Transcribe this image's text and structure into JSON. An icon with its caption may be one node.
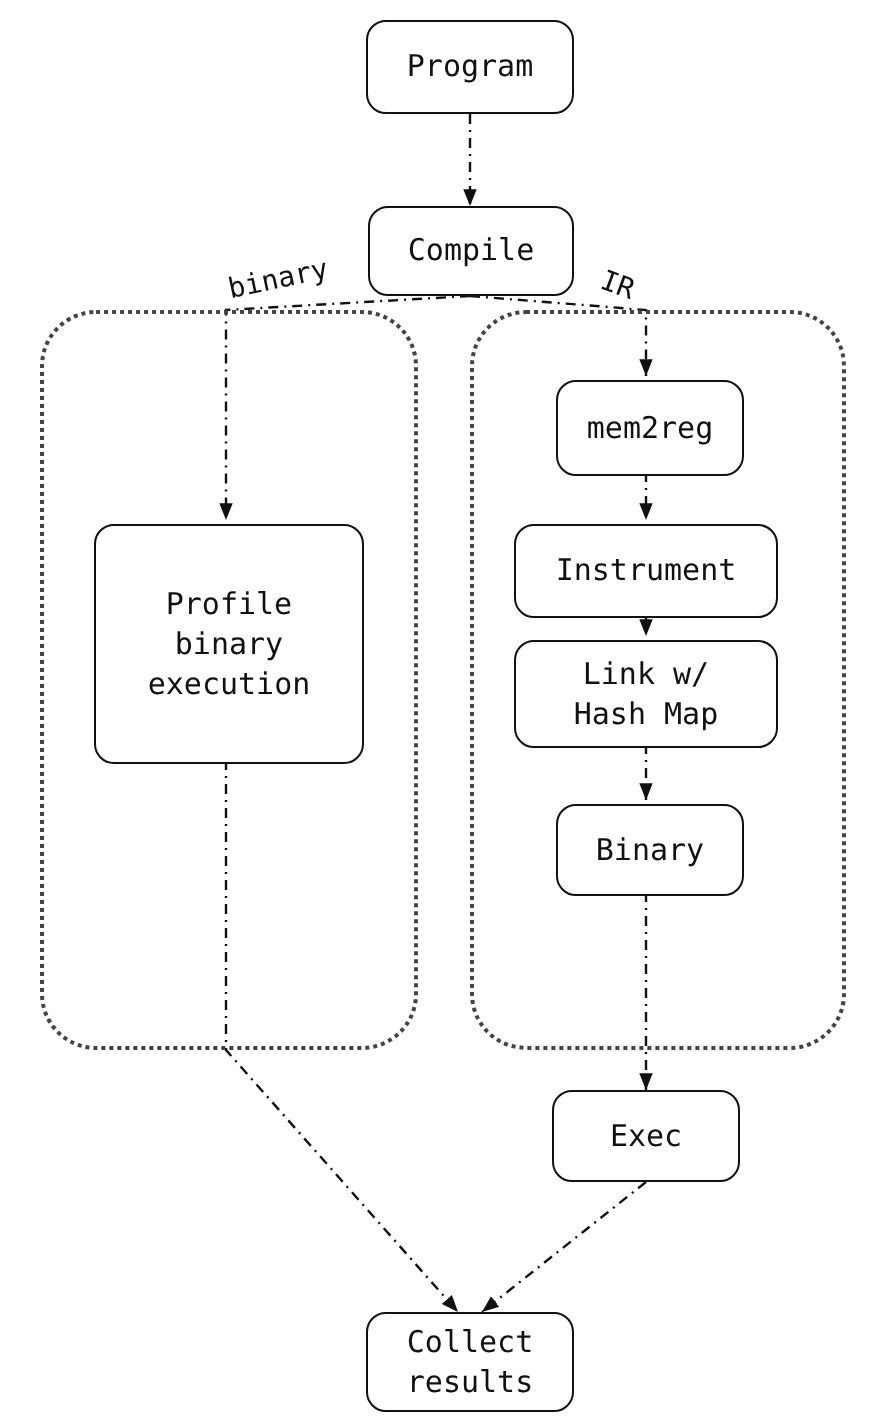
{
  "diagram": {
    "nodes": [
      {
        "text": [
          "Program"
        ]
      },
      {
        "text": [
          "Compile"
        ]
      },
      {
        "text": [],
        "shape": "box"
      },
      {
        "text": [
          "Profile binary execution"
        ],
        "in": 2
      },
      {
        "text": [],
        "shape": "box"
      },
      {
        "text": [
          "mem2reg"
        ],
        "in": 4
      },
      {
        "text": [
          "Instrument"
        ],
        "in": 4
      },
      {
        "text": [
          "Link w/ Hash Map"
        ],
        "in": 4
      },
      {
        "text": [
          "Binary"
        ],
        "in": 4
      },
      {
        "text": [
          "Exec"
        ]
      },
      {
        "text": [
          "Collect results"
        ]
      }
    ],
    "edges": [
      {
        "from": 0,
        "to": 1,
        "arrow": "to"
      },
      {
        "from": 1,
        "to": 3,
        "arrow": "to",
        "label": "binary"
      },
      {
        "from": 1,
        "to": 5,
        "arrow": "to",
        "label": "IR"
      },
      {
        "from": 5,
        "to": 6,
        "arrow": "to"
      },
      {
        "from": 6,
        "to": 7,
        "arrow": "to"
      },
      {
        "from": 7,
        "to": 8,
        "arrow": "to"
      },
      {
        "from": 8,
        "to": 9,
        "arrow": "to"
      },
      {
        "from": 3,
        "to": 10,
        "arrow": "to"
      },
      {
        "from": 9,
        "to": 10,
        "arrow": "to"
      }
    ]
  }
}
